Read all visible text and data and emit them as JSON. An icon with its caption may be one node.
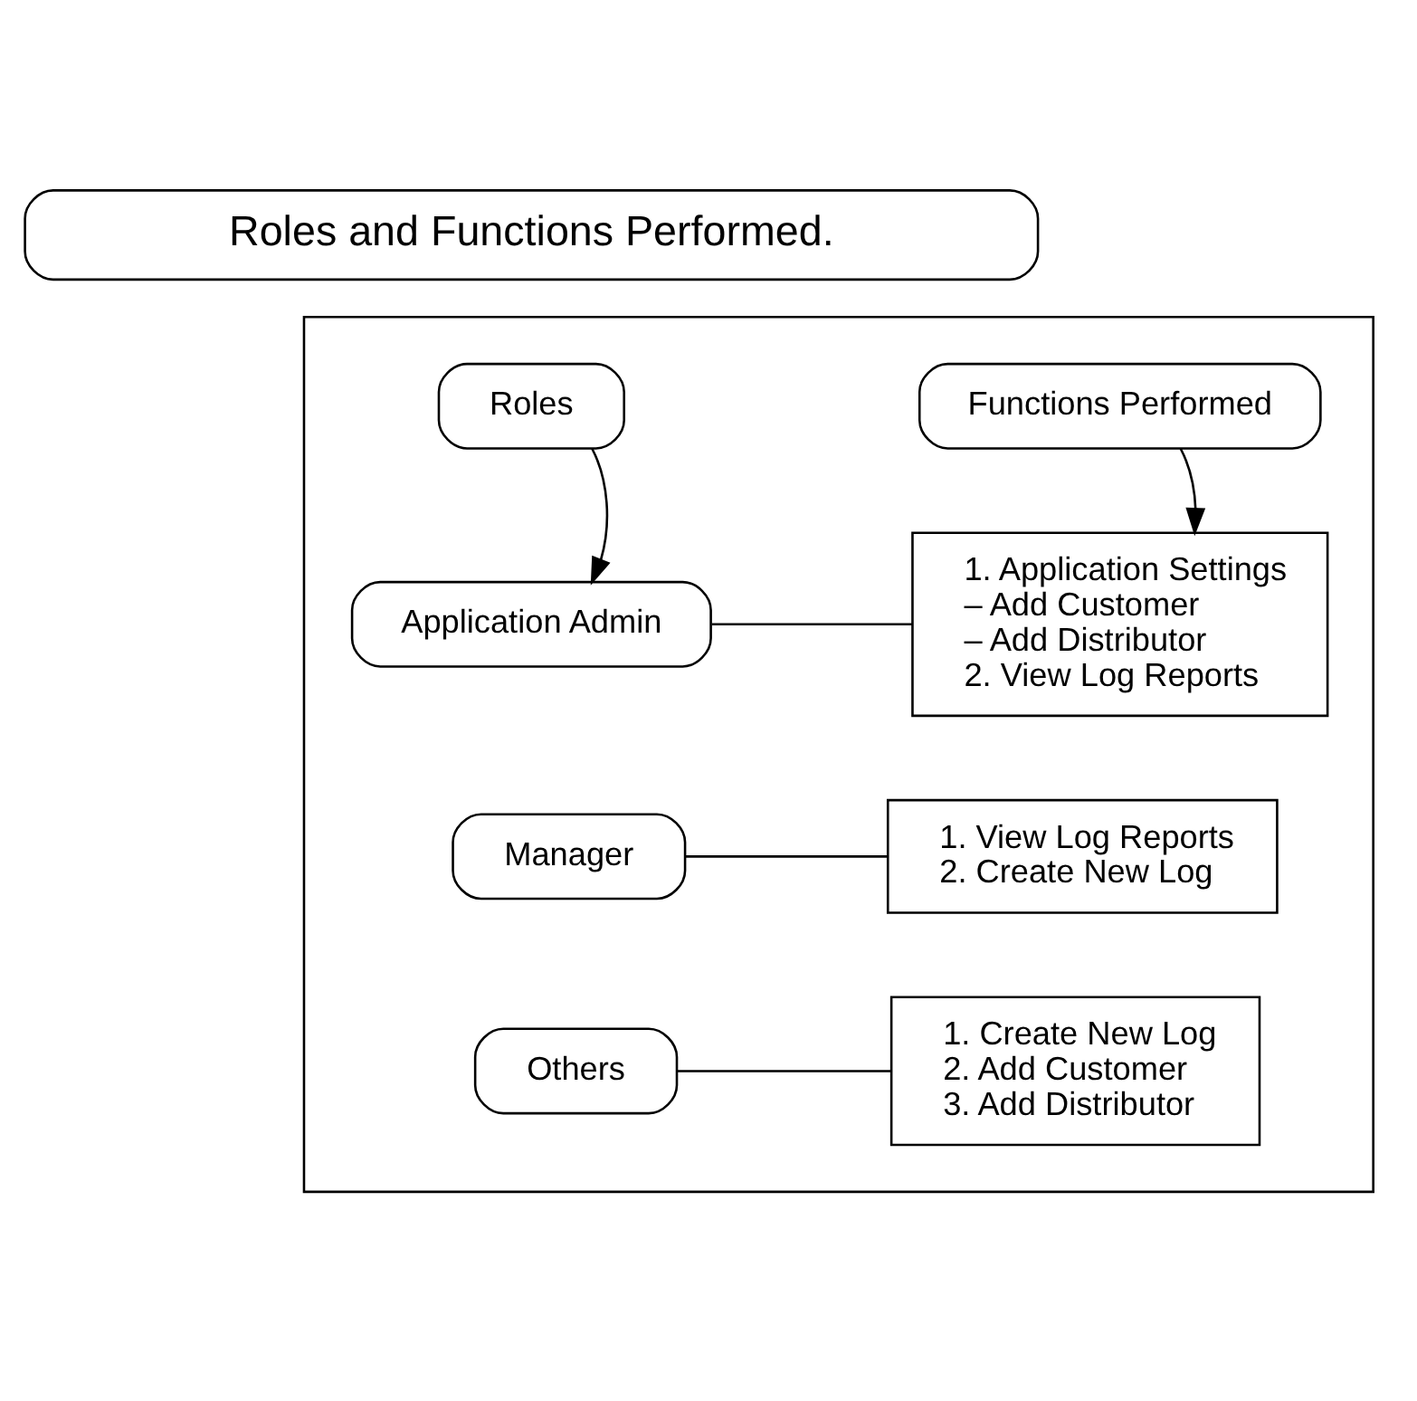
{
  "diagram": {
    "nodes": [
      {
        "text": [
          "Roles and Functions Performed."
        ]
      },
      {
        "text": [],
        "shape": "box"
      },
      {
        "text": [
          "Roles"
        ],
        "in": 1
      },
      {
        "text": [
          "Functions Performed"
        ],
        "in": 1
      },
      {
        "text": [
          "Application Admin"
        ],
        "in": 1
      },
      {
        "text": [
          "1. Application Settings",
          "– Add Customer",
          "– Add Distributor",
          "2. View Log Reports"
        ],
        "in": 1
      },
      {
        "text": [
          "Manager"
        ],
        "in": 1
      },
      {
        "text": [
          "1. View Log Reports",
          "2. Create New Log"
        ],
        "in": 1
      },
      {
        "text": [
          "Others"
        ],
        "in": 1
      },
      {
        "text": [
          "1. Create New Log",
          "2. Add Customer",
          "3. Add Distributor"
        ],
        "in": 1
      }
    ],
    "edges": [
      {
        "from": 2,
        "to": 4,
        "arrow": "to"
      },
      {
        "from": 3,
        "to": 5,
        "arrow": "to"
      },
      {
        "from": 4,
        "to": 5,
        "arrow": "none"
      },
      {
        "from": 6,
        "to": 7,
        "arrow": "none"
      },
      {
        "from": 8,
        "to": 9,
        "arrow": "none"
      }
    ]
  }
}
